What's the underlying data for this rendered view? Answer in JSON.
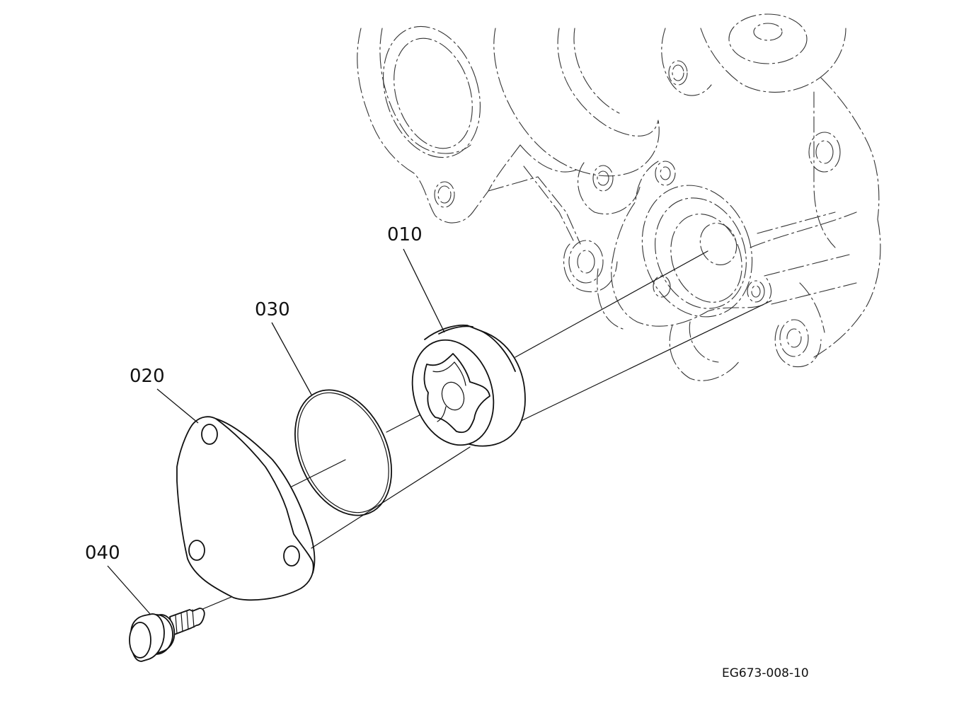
{
  "diagram": {
    "callouts": [
      {
        "id": "010",
        "text": "010"
      },
      {
        "id": "020",
        "text": "020"
      },
      {
        "id": "030",
        "text": "030"
      },
      {
        "id": "040",
        "text": "040"
      }
    ],
    "figure_id": "EG673-008-10"
  }
}
